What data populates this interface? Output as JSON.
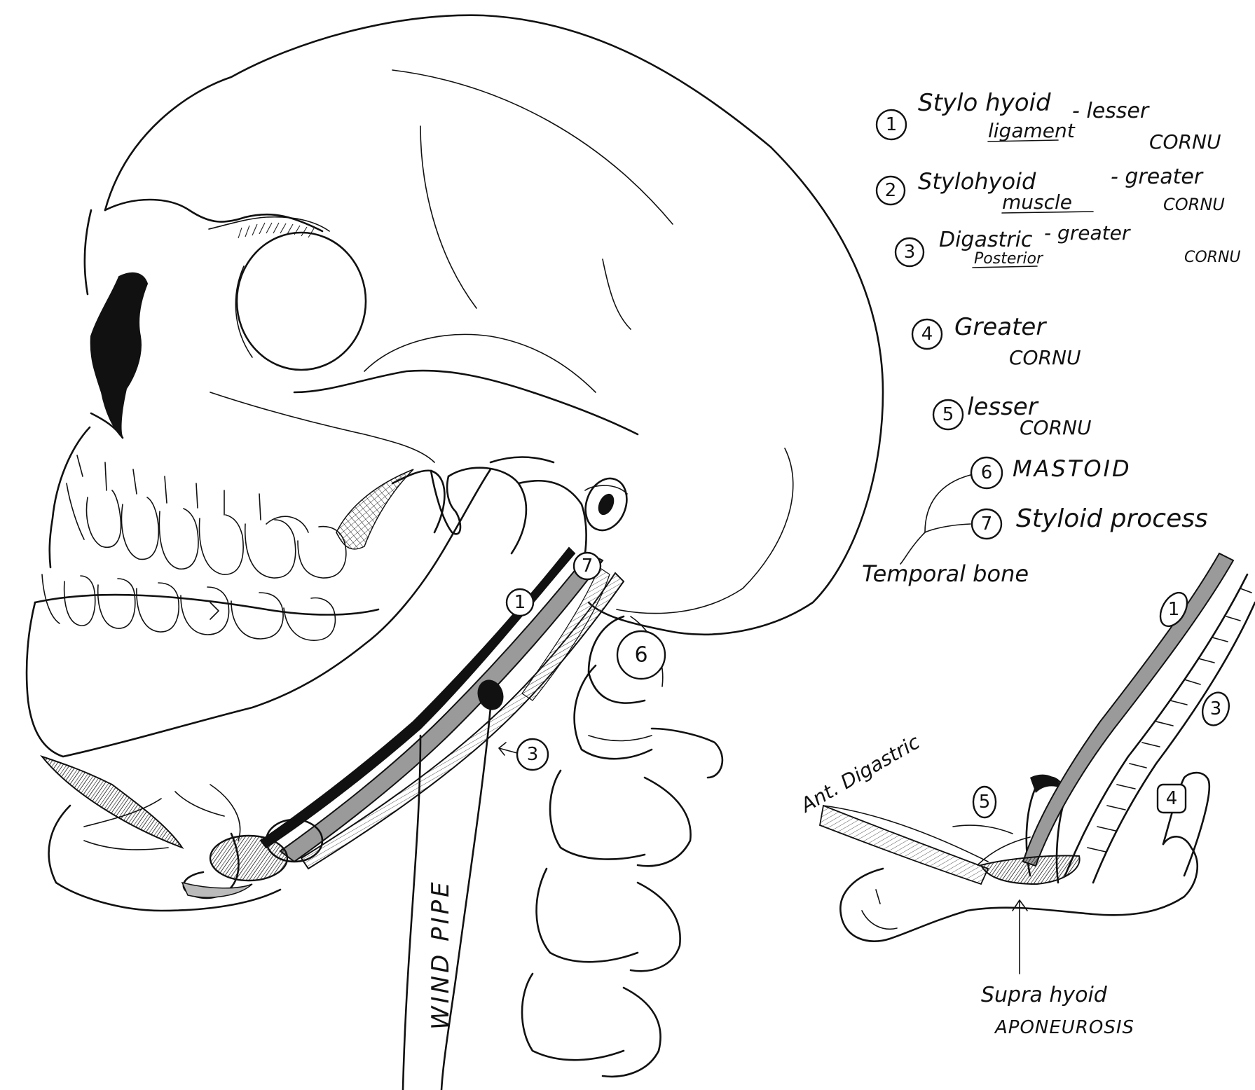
{
  "legend": [
    {
      "num": "1",
      "line1": "Stylo hyoid",
      "line2": "ligament",
      "side": "- lesser",
      "side2": "CORNU"
    },
    {
      "num": "2",
      "line1": "Stylohyoid",
      "line2": "muscle",
      "side": "- greater",
      "side2": "CORNU"
    },
    {
      "num": "3",
      "line1": "Digastric",
      "line2": "Posterior",
      "side": "- greater",
      "side2": "CORNU"
    },
    {
      "num": "4",
      "line1": "Greater",
      "line2": "CORNU"
    },
    {
      "num": "5",
      "line1": "lesser",
      "line2": "CORNU"
    },
    {
      "num": "6",
      "line1": "MASTOID"
    },
    {
      "num": "7",
      "line1": "Styloid process"
    }
  ],
  "group_label": "Temporal bone",
  "windpipe_label": "WIND PIPE",
  "inset": {
    "ant_digastric": "Ant. Digastric",
    "supra_line1": "Supra hyoid",
    "supra_line2": "APONEUROSIS",
    "markers": [
      "1",
      "3",
      "4",
      "5"
    ]
  },
  "skull_markers": [
    "1",
    "7",
    "6",
    "3"
  ],
  "colors": {
    "ink": "#111111",
    "fill_dark": "#111111",
    "muscle_grey": "#9a9a9a",
    "paper": "#ffffff"
  }
}
